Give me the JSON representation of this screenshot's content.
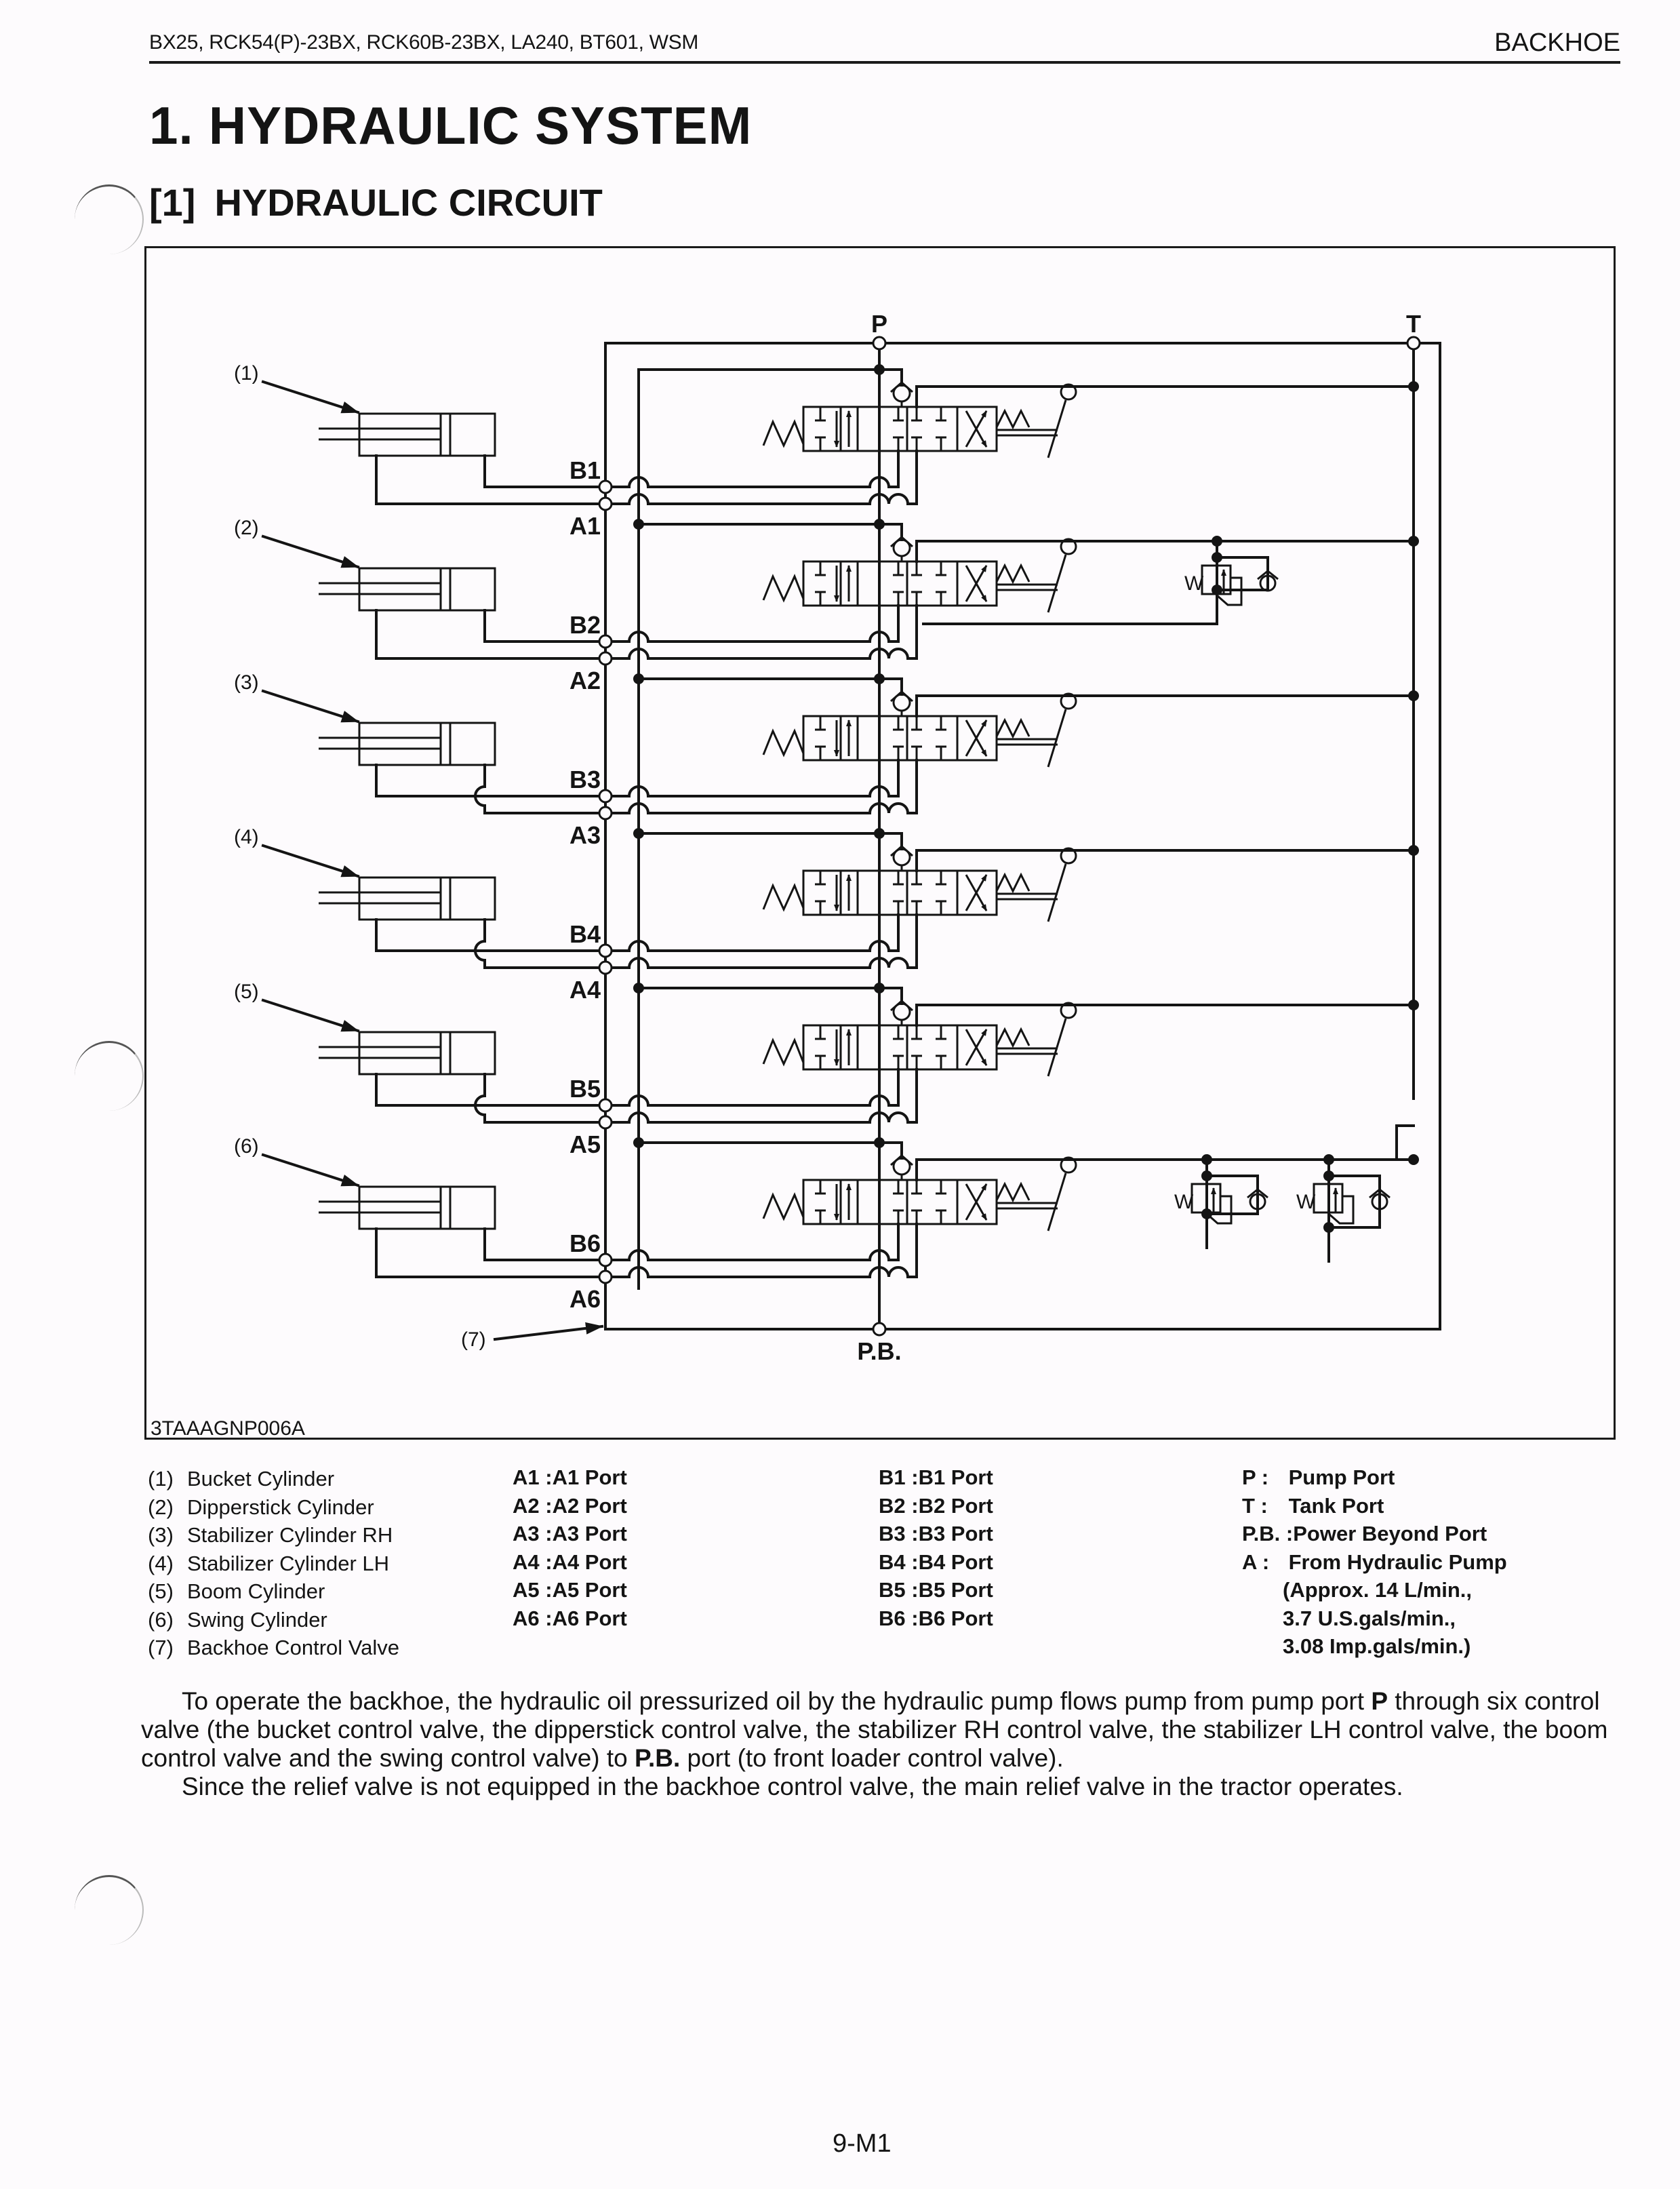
{
  "header": {
    "models": "BX25, RCK54(P)-23BX, RCK60B-23BX, LA240, BT601, WSM",
    "section": "BACKHOE"
  },
  "title": "1. HYDRAULIC SYSTEM",
  "subtitle": {
    "number": "[1]",
    "text": "HYDRAULIC CIRCUIT"
  },
  "diagram": {
    "figure_code": "3TAAAGNP006A",
    "port_labels": {
      "pump": "P",
      "tank": "T",
      "power_beyond": "P.B."
    },
    "callouts": [
      "(1)",
      "(2)",
      "(3)",
      "(4)",
      "(5)",
      "(6)",
      "(7)"
    ],
    "rows": [
      {
        "b": "B1",
        "a": "A1"
      },
      {
        "b": "B2",
        "a": "A2"
      },
      {
        "b": "B3",
        "a": "A3"
      },
      {
        "b": "B4",
        "a": "A4"
      },
      {
        "b": "B5",
        "a": "A5"
      },
      {
        "b": "B6",
        "a": "A6"
      }
    ],
    "relief_label": "W"
  },
  "legend": {
    "components": [
      {
        "num": "(1)",
        "name": "Bucket Cylinder"
      },
      {
        "num": "(2)",
        "name": "Dipperstick Cylinder"
      },
      {
        "num": "(3)",
        "name": "Stabilizer Cylinder RH"
      },
      {
        "num": "(4)",
        "name": "Stabilizer Cylinder LH"
      },
      {
        "num": "(5)",
        "name": "Boom Cylinder"
      },
      {
        "num": "(6)",
        "name": "Swing Cylinder"
      },
      {
        "num": "(7)",
        "name": "Backhoe Control Valve"
      }
    ],
    "a_ports": [
      "A1 :A1 Port",
      "A2 :A2 Port",
      "A3 :A3 Port",
      "A4 :A4 Port",
      "A5 :A5 Port",
      "A6 :A6 Port"
    ],
    "b_ports": [
      "B1 :B1 Port",
      "B2 :B2 Port",
      "B3 :B3 Port",
      "B4 :B4 Port",
      "B5 :B5 Port",
      "B6 :B6 Port"
    ],
    "other_ports": [
      {
        "key": "P :",
        "value": "Pump Port"
      },
      {
        "key": "T :",
        "value": "Tank Port"
      },
      {
        "key": "P.B. :",
        "value": "Power Beyond Port"
      },
      {
        "key": "A :",
        "value": "From Hydraulic Pump"
      }
    ],
    "flow_notes": [
      "(Approx. 14 L/min.,",
      "3.7 U.S.gals/min.,",
      "3.08 Imp.gals/min.)"
    ]
  },
  "body": {
    "p1_part1": "To operate the backhoe, the hydraulic oil pressurized oil by the hydraulic pump flows pump from pump port ",
    "p1_bold1": "P",
    "p1_part2": " through six control valve (the bucket control valve, the dipperstick control valve, the stabilizer RH control valve, the stabilizer LH control valve, the boom control valve and the swing control valve) to ",
    "p1_bold2": "P.B.",
    "p1_part3": " port (to front loader control valve).",
    "p2": "Since the relief valve is not equipped in the backhoe control valve, the main relief valve in the tractor operates."
  },
  "footer": {
    "page": "9-M1"
  },
  "colors": {
    "ink": "#141414",
    "paper": "#fdfbfd"
  }
}
